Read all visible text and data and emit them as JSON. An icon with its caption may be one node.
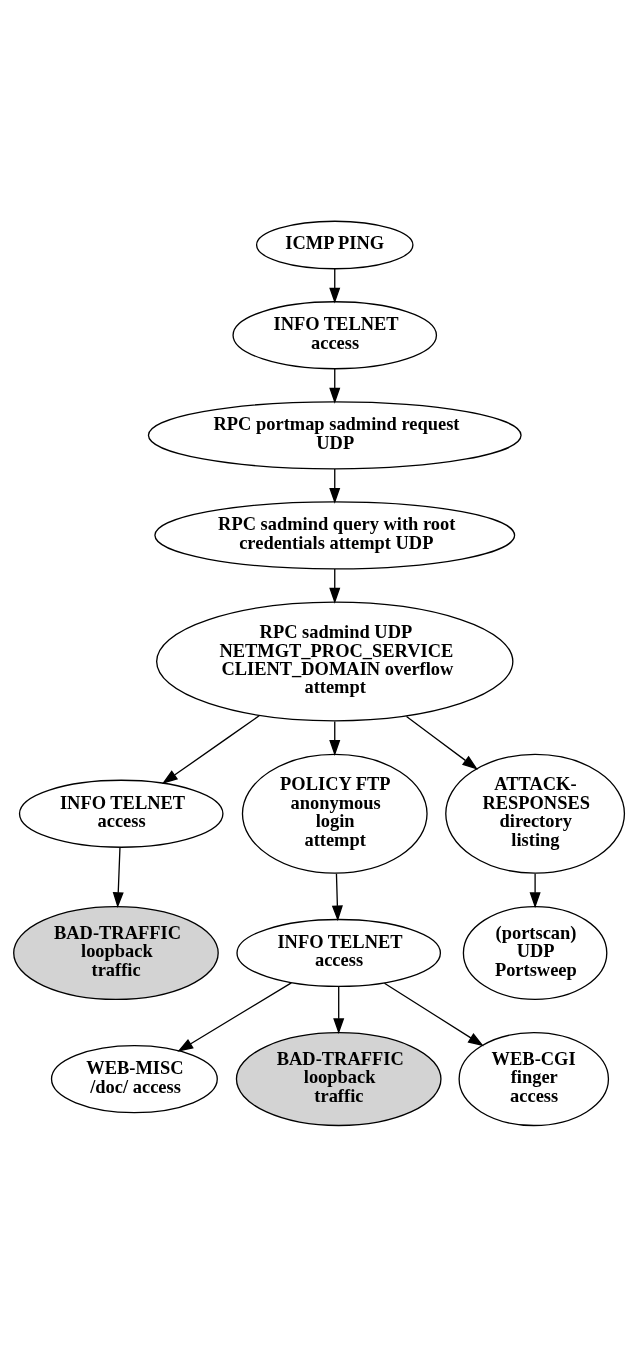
{
  "diagram": {
    "nodes": [
      {
        "text": [
          "ICMP PING"
        ]
      },
      {
        "text": [
          "INFO TELNET access"
        ]
      },
      {
        "text": [
          "RPC portmap sadmind request UDP"
        ]
      },
      {
        "text": [
          "RPC sadmind query with root credentials attempt UDP"
        ]
      },
      {
        "text": [
          "RPC sadmind UDP NETMGT_PROC_SERVICE CLIENT_DOMAIN overflow attempt"
        ]
      },
      {
        "text": [
          "INFO TELNET access"
        ]
      },
      {
        "text": [
          "POLICY FTP anonymous login attempt"
        ]
      },
      {
        "text": [
          "ATTACK-RESPONSES directory listing"
        ]
      },
      {
        "text": [
          "BAD-TRAFFIC loopback traffic"
        ]
      },
      {
        "text": [
          "INFO TELNET access"
        ]
      },
      {
        "text": [
          "(portscan) UDP Portsweep"
        ]
      },
      {
        "text": [
          "WEB-MISC /doc/ access"
        ]
      },
      {
        "text": [
          "BAD-TRAFFIC loopback traffic"
        ]
      },
      {
        "text": [
          "WEB-CGI finger access"
        ]
      }
    ],
    "edges": [
      {
        "from": 0,
        "to": 1,
        "arrow": "to"
      },
      {
        "from": 1,
        "to": 2,
        "arrow": "to"
      },
      {
        "from": 2,
        "to": 3,
        "arrow": "to"
      },
      {
        "from": 3,
        "to": 4,
        "arrow": "to"
      },
      {
        "from": 4,
        "to": 5,
        "arrow": "to"
      },
      {
        "from": 4,
        "to": 6,
        "arrow": "to"
      },
      {
        "from": 4,
        "to": 7,
        "arrow": "to"
      },
      {
        "from": 5,
        "to": 8,
        "arrow": "to"
      },
      {
        "from": 6,
        "to": 9,
        "arrow": "to"
      },
      {
        "from": 7,
        "to": 10,
        "arrow": "to"
      },
      {
        "from": 9,
        "to": 11,
        "arrow": "to"
      },
      {
        "from": 9,
        "to": 12,
        "arrow": "to"
      },
      {
        "from": 9,
        "to": 13,
        "arrow": "to"
      }
    ]
  }
}
